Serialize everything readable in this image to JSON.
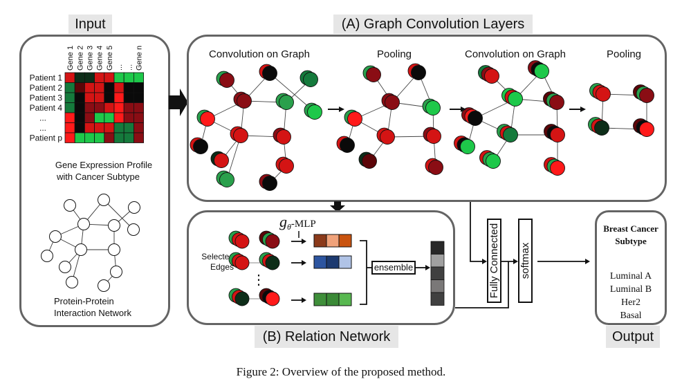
{
  "colors": {
    "bright_red": "#ff1a1a",
    "red": "#d41414",
    "dark_red": "#8a0d14",
    "very_dark_red": "#5c0508",
    "black": "#0a0a0a",
    "bright_green": "#1ec84a",
    "green": "#2aa04c",
    "dark_green": "#157a3c",
    "very_dark_green": "#0d2d18",
    "panel_border": "#646464",
    "tag_bg": "#e6e6e6"
  },
  "input": {
    "tag": "Input",
    "gene_labels": [
      "Gene 1",
      "Gene 2",
      "Gene 3",
      "Gene 4",
      "Gene 5",
      "...",
      "...",
      "Gene n"
    ],
    "patient_labels": [
      "Patient 1",
      "Patient 2",
      "Patient 3",
      "Patient 4",
      "...",
      "...",
      "Patient p"
    ],
    "heatmap": [
      [
        "red",
        "vdg",
        "vdg",
        "red",
        "red",
        "bg",
        "bg",
        "bg"
      ],
      [
        "dg",
        "vdr",
        "red",
        "red",
        "blk",
        "red",
        "blk",
        "blk"
      ],
      [
        "dg",
        "blk",
        "red",
        "red",
        "blk",
        "br",
        "blk",
        "blk"
      ],
      [
        "dg",
        "blk",
        "dr",
        "dr",
        "red",
        "br",
        "dr",
        "dr"
      ],
      [
        "br",
        "blk",
        "dr",
        "bg",
        "bg",
        "br",
        "dr",
        "dr"
      ],
      [
        "br",
        "blk",
        "red",
        "red",
        "red",
        "dg",
        "dg",
        "dr"
      ],
      [
        "br",
        "bg",
        "bg",
        "bg",
        "dr",
        "dg",
        "dg",
        "dr"
      ]
    ],
    "heatmap_caption_1": "Gene Expression Profile",
    "heatmap_caption_2": "with Cancer Subtype",
    "network_caption_1": "Protein-Protein",
    "network_caption_2": "Interaction Network"
  },
  "graph_conv": {
    "tag": "(A) Graph Convolution Layers",
    "stages": [
      {
        "title": "Convolution on Graph"
      },
      {
        "title": "Pooling"
      },
      {
        "title": "Convolution on Graph"
      },
      {
        "title": "Pooling"
      }
    ]
  },
  "relation": {
    "tag": "(B) Relation Network",
    "mlp_label": "-MLP",
    "mlp_symbol": "g",
    "mlp_subscript": "θ",
    "selected_edges_1": "Selected",
    "selected_edges_2": "Edges",
    "ellipsis": "⋮",
    "ensemble_label": "ensemble",
    "vectors": [
      [
        "#8b3a1a",
        "#f0a27a",
        "#c9530f"
      ],
      [
        "#2d55a0",
        "#1d3a70",
        "#b0c3e6"
      ],
      [
        "#3f8f3a",
        "#3b8a37",
        "#58b850"
      ]
    ],
    "output_vector": [
      "#282828",
      "#a0a0a0",
      "#404040",
      "#7a7878",
      "#404040"
    ]
  },
  "classifier": {
    "fully_connected": "Fully Connected",
    "softmax": "softmax"
  },
  "output": {
    "tag": "Output",
    "title_1": "Breast Cancer",
    "title_2": "Subtype",
    "classes": [
      "Luminal A",
      "Luminal B",
      "Her2",
      "Basal"
    ]
  },
  "caption": "Figure 2: Overview of the proposed method."
}
